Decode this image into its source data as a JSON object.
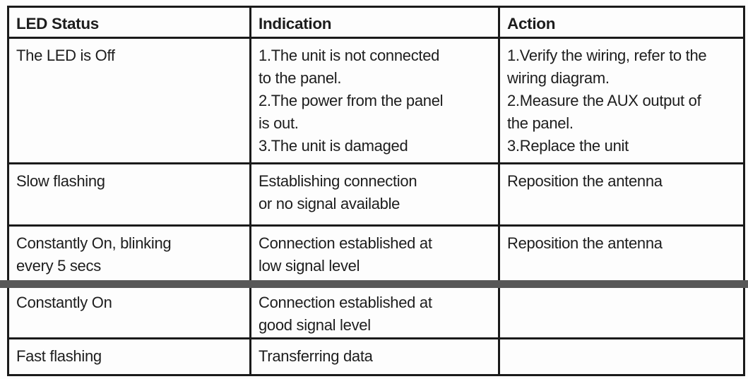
{
  "colors": {
    "table_border": "#1a1a1a",
    "text": "#1d1d1d",
    "divider_bar": "#585858",
    "page_background": "#fdfdfd"
  },
  "table": {
    "headers": [
      "LED Status",
      "Indication",
      "Action"
    ],
    "rows": [
      [
        "The LED is Off",
        "1.The unit is not connected\nto the panel.\n2.The power from the panel\nis out.\n3.The unit is damaged",
        "1.Verify the wiring, refer to the\nwiring diagram.\n2.Measure the AUX output of\nthe panel.\n3.Replace the unit"
      ],
      [
        "Slow flashing",
        "Establishing connection\nor no signal available",
        "Reposition the antenna"
      ],
      [
        "Constantly On, blinking\nevery 5 secs",
        "Connection established at\nlow signal level",
        "Reposition the antenna"
      ],
      [
        "Constantly On",
        "Connection established at\ngood signal level",
        ""
      ],
      [
        "Fast flashing",
        "Transferring data",
        ""
      ]
    ]
  }
}
